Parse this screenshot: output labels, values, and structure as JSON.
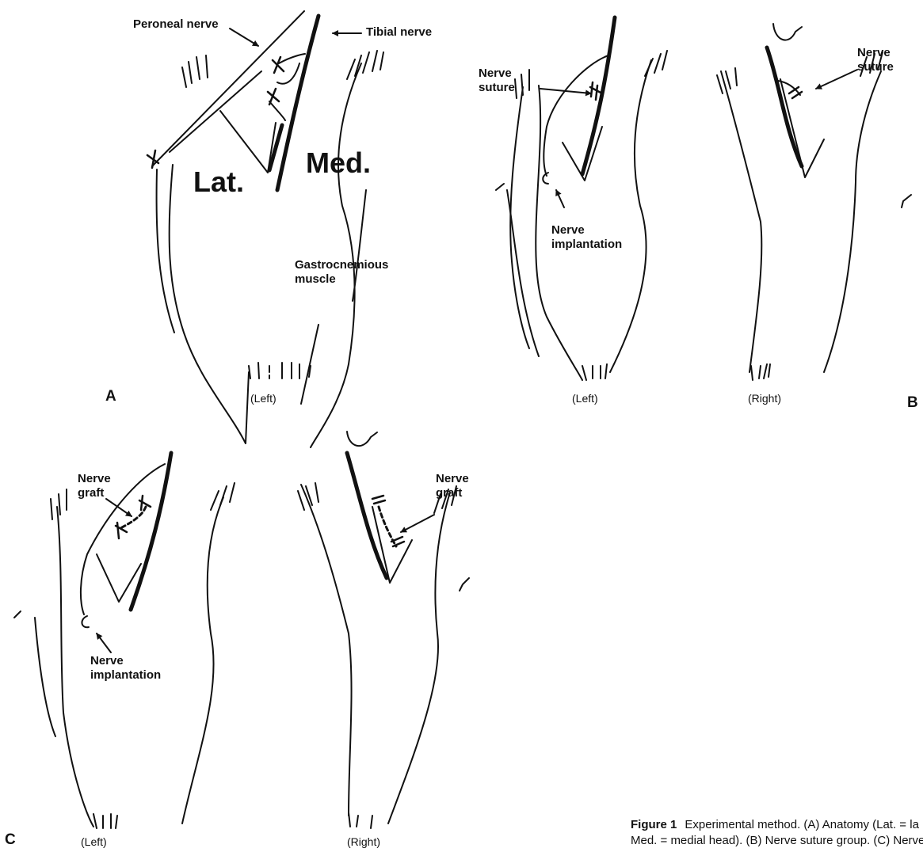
{
  "panel_a": {
    "letter": "A",
    "peroneal_nerve": "Peroneal nerve",
    "tibial_nerve": "Tibial nerve",
    "lat": "Lat.",
    "med": "Med.",
    "muscle_line1": "Gastrocnemious",
    "muscle_line2": "muscle",
    "side": "(Left)"
  },
  "panel_b": {
    "letter": "B",
    "suture_left_line1": "Nerve",
    "suture_left_line2": "suture",
    "suture_right_line1": "Nerve",
    "suture_right_line2": "suture",
    "implant_line1": "Nerve",
    "implant_line2": "implantation",
    "side_left": "(Left)",
    "side_right": "(Right)"
  },
  "panel_c": {
    "letter": "C",
    "graft_left_line1": "Nerve",
    "graft_left_line2": "graft",
    "graft_right_line1": "Nerve",
    "graft_right_line2": "graft",
    "implant_line1": "Nerve",
    "implant_line2": "implantation",
    "side_left": "(Left)",
    "side_right": "(Right)"
  },
  "caption": {
    "label": "Figure 1",
    "line1": "Experimental method. (A) Anatomy (Lat. = la",
    "line2": "Med. = medial head). (B) Nerve suture group. (C) Nerve g"
  }
}
